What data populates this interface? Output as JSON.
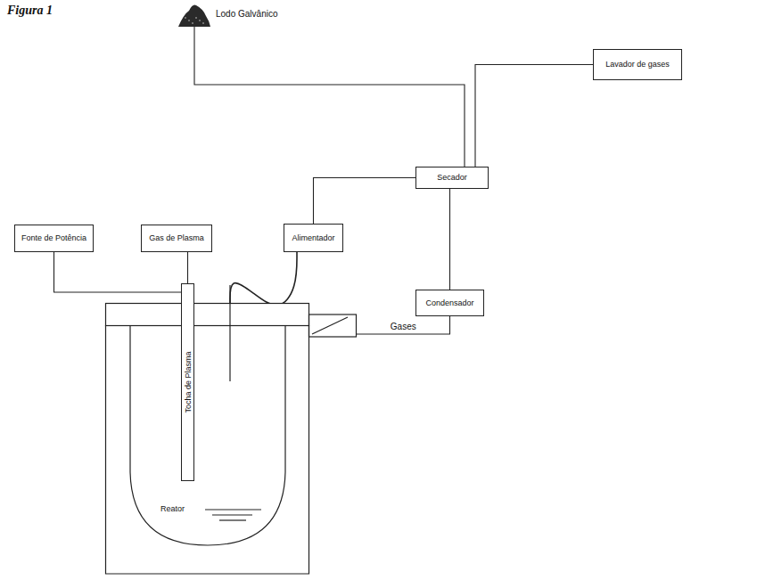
{
  "diagram": {
    "title": "Figura 1",
    "nodes": [
      {
        "text": [
          "Lodo Galvânico"
        ]
      },
      {
        "text": [
          "Lavador de gases"
        ]
      },
      {
        "text": [
          "Secador"
        ]
      },
      {
        "text": [
          "Fonte de Potência"
        ]
      },
      {
        "text": [
          "Gas de Plasma"
        ]
      },
      {
        "text": [
          "Alimentador"
        ]
      },
      {
        "text": [
          "Condensador"
        ]
      },
      {
        "text": [
          "Reator"
        ]
      },
      {
        "text": [
          "Tocha de Plasma"
        ],
        "in": 7
      }
    ],
    "edges": [
      {
        "from": 2,
        "to": 0,
        "arrow": "none"
      },
      {
        "from": 2,
        "to": 1,
        "arrow": "none"
      },
      {
        "from": 5,
        "to": 2,
        "arrow": "none"
      },
      {
        "from": 6,
        "to": 2,
        "arrow": "none"
      },
      {
        "from": 7,
        "to": 6,
        "label": "Gases",
        "arrow": "none"
      },
      {
        "from": 3,
        "to": 8,
        "arrow": "none"
      },
      {
        "from": 4,
        "to": 8,
        "arrow": "none"
      },
      {
        "from": 5,
        "to": 7,
        "arrow": "none"
      }
    ]
  }
}
